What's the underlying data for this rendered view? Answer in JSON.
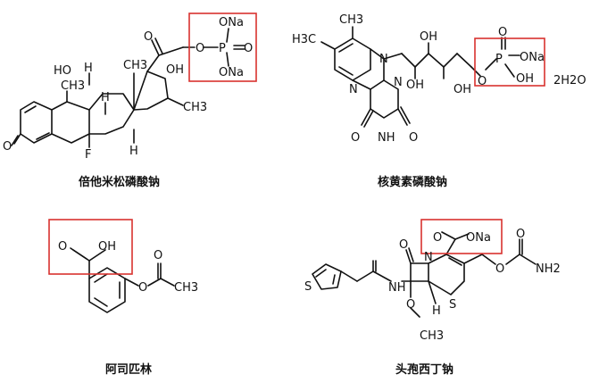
{
  "compounds": [
    {
      "name": "倍他米松磷酸钠",
      "highlight": "phosphate group",
      "atoms": {
        "o_na_1": "ONa",
        "o_na_2": "ONa",
        "p": "P",
        "o_ester": "O",
        "o_db": "O",
        "c_o_top": "O",
        "oh17": "OH",
        "ho11": "HO",
        "h9": "H",
        "h8": "H",
        "h14": "H",
        "f": "F",
        "me_13": "CH3",
        "me_16": "CH3",
        "ketone_o": "O"
      }
    },
    {
      "name": "核黄素磷酸钠",
      "hydrate": "2H2O",
      "highlight": "phosphate group",
      "atoms": {
        "o_ester": "O",
        "p": "P",
        "o_db": "O",
        "ona": "ONa",
        "oh_p": "OH",
        "oh1": "OH",
        "oh2": "OH",
        "oh3": "OH",
        "me1": "H3C",
        "me2": "CH3",
        "n1": "N",
        "n2": "N",
        "n3": "N",
        "nh": "NH",
        "o1": "O",
        "o2": "O"
      }
    },
    {
      "name": "阿司匹林",
      "highlight": "carboxylic acid group",
      "atoms": {
        "o_db": "O",
        "oh": "OH",
        "o_ester": "O",
        "o_ac": "O",
        "ch3": "CH3"
      }
    },
    {
      "name": "头孢西丁钠",
      "highlight": "carboxylate group",
      "atoms": {
        "o_db": "O",
        "ona": "ONa",
        "s_ring": "S",
        "s_thio": "S",
        "n_ring": "N",
        "nh": "NH",
        "h": "H",
        "o_lactam": "O",
        "o_me": "O",
        "ch3": "CH3",
        "o_carb": "O",
        "o_carb2": "O",
        "nh2": "NH2"
      }
    }
  ],
  "colors": {
    "highlight": "#d9322f",
    "ink": "#111111"
  }
}
